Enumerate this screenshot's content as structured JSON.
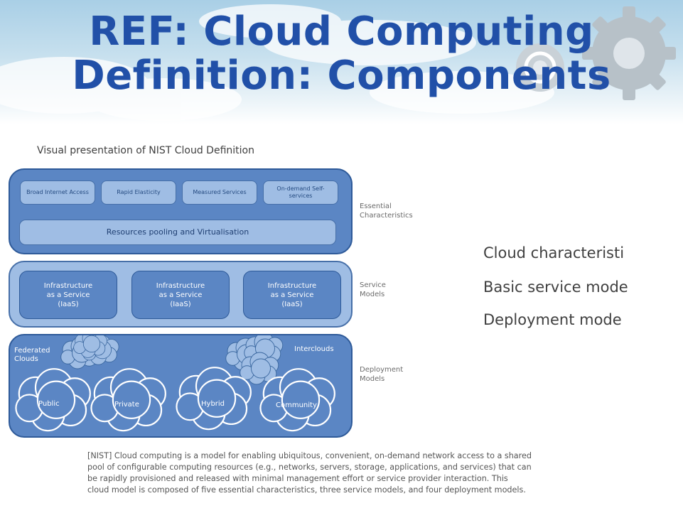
{
  "title": {
    "line1": "REF: Cloud Computing",
    "line2": "Definition: Components"
  },
  "diagram": {
    "caption": "Visual presentation of NIST Cloud Definition",
    "essential": {
      "label": "Essential\nCharacteristics",
      "boxes": [
        "Broad Internet Access",
        "Rapid Elasticity",
        "Measured Services",
        "On-demand Self-services"
      ],
      "pool": "Resources pooling and Virtualisation"
    },
    "service": {
      "label": "Service\nModels",
      "boxes": [
        "Infrastructure\nas a Service\n(IaaS)",
        "Infrastructure\nas a Service\n(IaaS)",
        "Infrastructure\nas a Service\n(IaaS)"
      ]
    },
    "deployment": {
      "label": "Deployment\nModels",
      "federated": "Federated\nClouds",
      "interclouds": "Interclouds",
      "clouds": [
        "Public",
        "Private",
        "Hybrid",
        "Community"
      ]
    }
  },
  "summary": [
    "Cloud characteristi",
    "Basic service mode",
    "Deployment mode"
  ],
  "definition": [
    "[NIST] Cloud computing is a model for enabling ubiquitous, convenient, on-demand network access to a shared",
    "pool of configurable computing resources (e.g., networks, servers, storage, applications, and services) that can",
    "be rapidly provisioned and released with minimal management effort or service provider interaction. This",
    "cloud model is composed of five essential characteristics, three service models, and four deployment models."
  ],
  "colors": {
    "title": "#2150a8",
    "panel_dark": "#5b86c4",
    "panel_light": "#9fbde4",
    "border": "#2e5a99"
  }
}
